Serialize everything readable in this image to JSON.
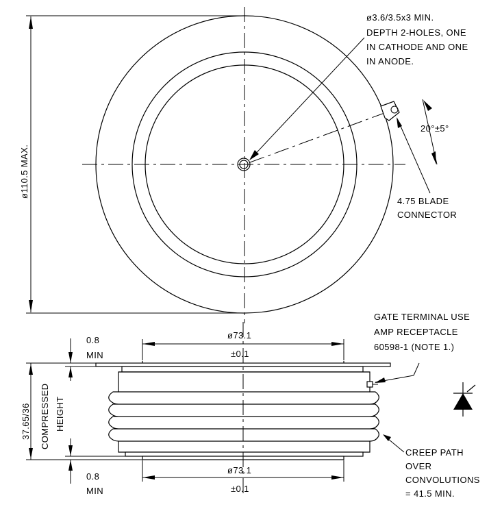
{
  "top_view": {
    "outer_diameter": "ø110.5 MAX.",
    "hole_note": [
      "ø3.6/3.5x3 MIN.",
      "DEPTH 2-HOLES, ONE",
      "IN CATHODE AND ONE",
      "IN ANODE."
    ],
    "angle": "20°±5°",
    "blade_connector": [
      "4.75 BLADE",
      "CONNECTOR"
    ]
  },
  "side_view": {
    "top_flange": {
      "thickness": "0.8",
      "thickness_unit": "MIN",
      "diameter": "ø73.1",
      "tolerance": "±0.1"
    },
    "bottom_flange": {
      "thickness": "0.8",
      "thickness_unit": "MIN",
      "diameter": "ø73.1",
      "tolerance": "±0.1"
    },
    "height": "37.65/36",
    "height_label": [
      "COMPRESSED",
      "HEIGHT"
    ],
    "gate_terminal_note": [
      "GATE TERMINAL USE",
      "AMP RECEPTACLE",
      "60598-1 (NOTE 1.)"
    ],
    "creep_note": [
      "CREEP PATH",
      "OVER",
      "CONVOLUTIONS",
      "= 41.5 MIN."
    ]
  },
  "symbol": {
    "icon": "thyristor-symbol-icon"
  }
}
